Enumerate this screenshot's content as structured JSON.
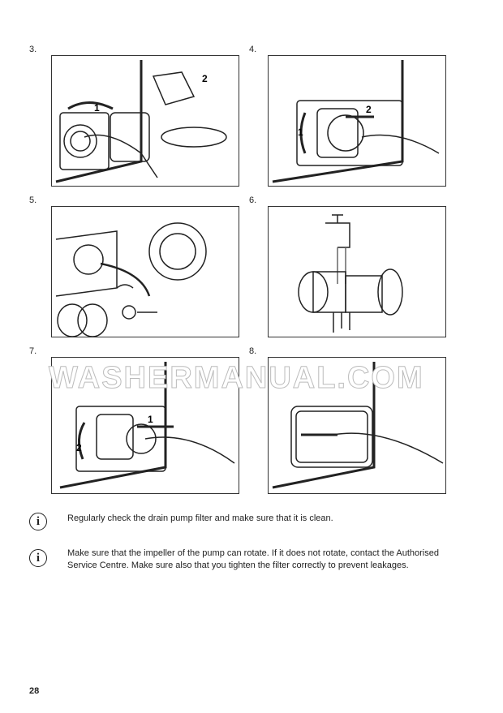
{
  "steps": [
    {
      "label": "3.",
      "callouts": [
        "1",
        "2"
      ]
    },
    {
      "label": "4.",
      "callouts": [
        "1",
        "2"
      ]
    },
    {
      "label": "5."
    },
    {
      "label": "6."
    },
    {
      "label": "7.",
      "callouts": [
        "1",
        "2"
      ]
    },
    {
      "label": "8."
    }
  ],
  "notes": [
    {
      "icon": "i",
      "text": "Regularly check the drain pump filter and make sure that it is clean."
    },
    {
      "icon": "i",
      "text": "Make sure that the impeller of the pump can rotate. If it does not rotate, contact the Authorised Service Centre. Make sure also that you tighten the filter correctly to prevent leakages."
    }
  ],
  "watermark": "WASHERMANUAL.COM",
  "page_number": "28"
}
